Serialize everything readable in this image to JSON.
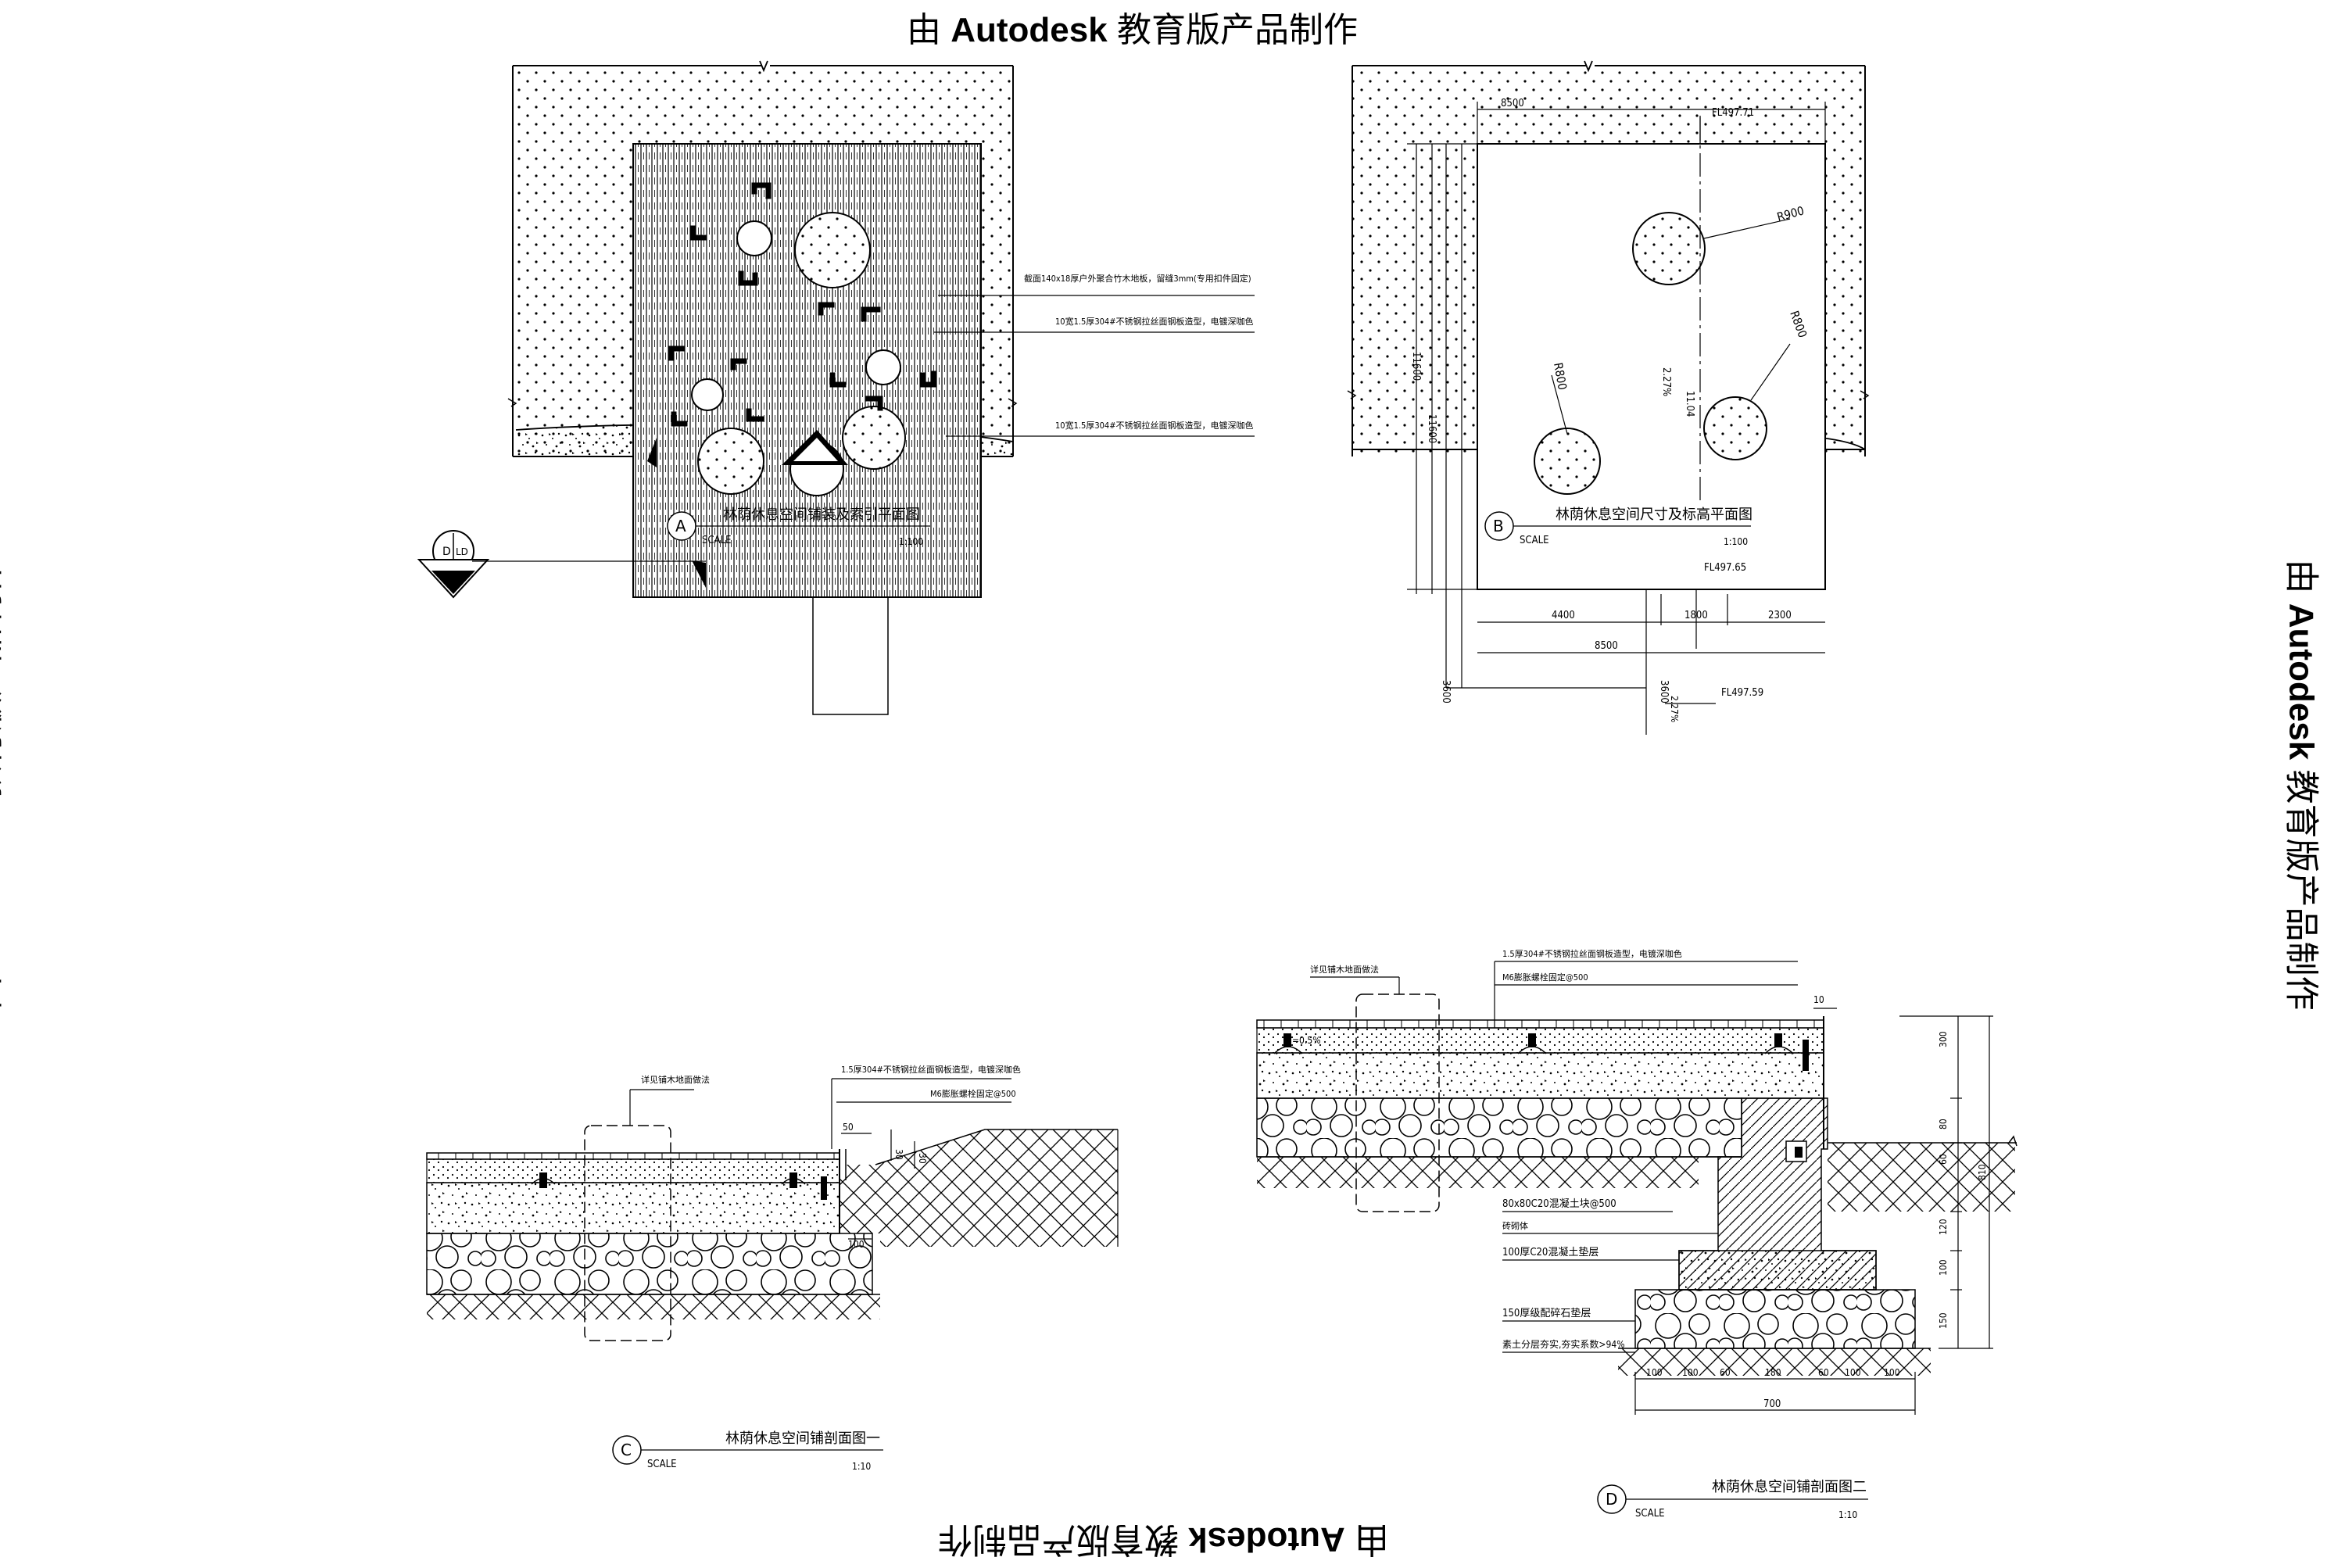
{
  "watermark": {
    "prefix": "由",
    "brand": "Autodesk",
    "suffix": "教育版产品制作"
  },
  "scale_label": "SCALE",
  "views": {
    "a": {
      "letter": "A",
      "title": "林荫休息空间铺装及索引平面图",
      "scale": "1:100",
      "notes": [
        "截面140x18厚户外聚合竹木地板，留缝3mm(专用扣件固定)",
        "10宽1.5厚304#不锈钢拉丝面钢板造型，电镀深咖色",
        "10宽1.5厚304#不锈钢拉丝面钢板造型，电镀深咖色"
      ],
      "index_marker": {
        "left": "D",
        "right": "LD"
      }
    },
    "b": {
      "letter": "B",
      "title": "林荫休息空间尺寸及标高平面图",
      "scale": "1:100",
      "radii": [
        "R900",
        "R800",
        "R800"
      ],
      "levels": [
        "FL497.71",
        "FL497.65",
        "FL497.59"
      ],
      "dims_h": [
        "8500",
        "4400",
        "1800",
        "2300",
        "8500"
      ],
      "dims_v": [
        "11600",
        "11600",
        "3600",
        "3600"
      ],
      "slopes": [
        "2.27%",
        "2.27%"
      ],
      "inner_dims": [
        "11.04"
      ]
    },
    "c": {
      "letter": "C",
      "title": "林荫休息空间铺剖面图一",
      "scale": "1:10",
      "notes": [
        "详见铺木地面做法",
        "1.5厚304#不锈钢拉丝面钢板造型，电镀深咖色",
        "M6膨胀螺栓固定@500"
      ],
      "dims": [
        "50",
        "30",
        "30",
        "100"
      ]
    },
    "d": {
      "letter": "D",
      "title": "林荫休息空间铺剖面图二",
      "scale": "1:10",
      "notes_top": [
        "详见铺木地面做法",
        "1.5厚304#不锈钢拉丝面钢板造型，电镀深咖色",
        "M6膨胀螺栓固定@500"
      ],
      "slope": "i=0.5%",
      "notes_side": [
        "80x80C20混凝土块@500",
        "砖砌体",
        "100厚C20混凝土垫层",
        "150厚级配碎石垫层",
        "素土分层夯实,夯实系数>94%"
      ],
      "dims_bottom": [
        "100",
        "100",
        "60",
        "180",
        "60",
        "100",
        "100"
      ],
      "dim_total": "700",
      "dims_right": [
        "300",
        "80",
        "60",
        "120",
        "100",
        "150"
      ],
      "dim_right_total": "810",
      "dim_top": "10"
    }
  }
}
